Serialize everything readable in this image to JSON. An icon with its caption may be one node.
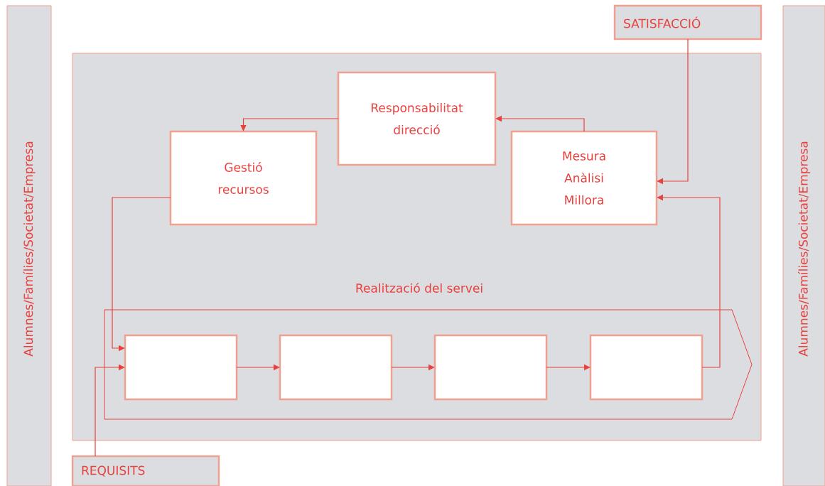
{
  "diagram": {
    "nodes": [
      {
        "text": [
          "Alumnes/Famílies/Societat/Empresa"
        ]
      },
      {
        "text": [
          "Alumnes/Famílies/Societat/Empresa"
        ]
      },
      {
        "text": [
          "SATISFACCIÓ"
        ]
      },
      {
        "text": [],
        "shape": "box"
      },
      {
        "text": [
          "Responsabilitat direcció"
        ],
        "in": 3
      },
      {
        "text": [
          "Gestió recursos"
        ],
        "in": 3
      },
      {
        "text": [
          "Mesura Anàlisi Millora"
        ],
        "in": 3
      },
      {
        "text": [
          "Realització del servei"
        ],
        "in": 3
      },
      {
        "text": [],
        "shape": "box",
        "in": 7
      },
      {
        "text": [],
        "shape": "box",
        "in": 7
      },
      {
        "text": [],
        "shape": "box",
        "in": 7
      },
      {
        "text": [],
        "shape": "box",
        "in": 7
      },
      {
        "text": [
          "REQUISITS"
        ]
      }
    ],
    "edges": [
      {
        "from": 4,
        "to": 5,
        "arrow": "to"
      },
      {
        "from": 6,
        "to": 4,
        "arrow": "to"
      },
      {
        "from": 2,
        "to": 6,
        "arrow": "to"
      },
      {
        "from": 11,
        "to": 6,
        "arrow": "to"
      },
      {
        "from": 5,
        "to": 8,
        "arrow": "to"
      },
      {
        "from": 12,
        "to": 8,
        "arrow": "to"
      },
      {
        "from": 8,
        "to": 9,
        "arrow": "to"
      },
      {
        "from": 9,
        "to": 10,
        "arrow": "to"
      },
      {
        "from": 10,
        "to": 11,
        "arrow": "to"
      }
    ]
  }
}
